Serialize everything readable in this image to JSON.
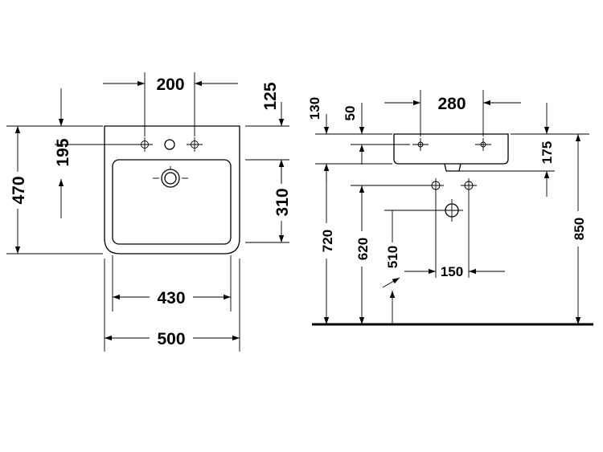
{
  "dimensions": {
    "tap_spacing": "200",
    "top_to_tap": "125",
    "basin_depth_to_bowl": "195",
    "overall_depth": "470",
    "bowl_depth": "310",
    "bowl_width": "430",
    "overall_width": "500",
    "side_tap_spacing": "280",
    "side_130": "130",
    "side_50": "50",
    "side_175": "175",
    "height_850": "850",
    "height_720": "720",
    "height_620": "620",
    "height_510": "510",
    "waste_150": "150"
  }
}
